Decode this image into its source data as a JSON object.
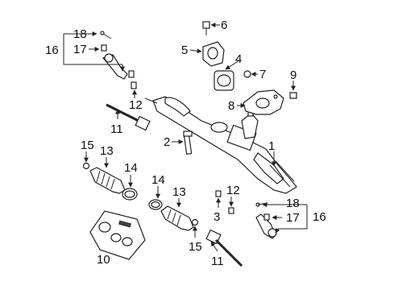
{
  "callouts": {
    "c1": "1",
    "c2": "2",
    "c3a": "3",
    "c4": "4",
    "c5": "5",
    "c6": "6",
    "c7": "7",
    "c8": "8",
    "c9": "9",
    "c10": "10",
    "c11a": "11",
    "c11b": "11",
    "c12a": "12",
    "c12b": "12",
    "c13a": "13",
    "c13b": "13",
    "c14a": "14",
    "c14b": "14",
    "c15a": "15",
    "c15b": "15",
    "c16a": "16",
    "c16b": "16",
    "c17a": "17",
    "c17b": "17",
    "c18a": "18",
    "c18b": "18"
  }
}
